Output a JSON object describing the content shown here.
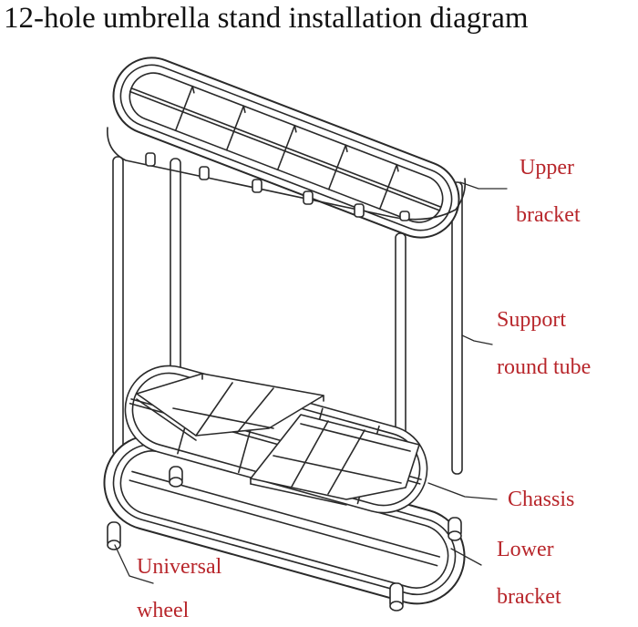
{
  "title": "12-hole umbrella stand installation diagram",
  "labels": {
    "upper_bracket_1": "Upper",
    "upper_bracket_2": "bracket",
    "support_tube_1": "Support",
    "support_tube_2": "round tube",
    "chassis": "Chassis",
    "lower_bracket_1": "Lower",
    "lower_bracket_2": "bracket",
    "universal_wheel_1": "Universal",
    "universal_wheel_2": "wheel"
  },
  "colors": {
    "label": "#b8262b",
    "line": "#2a2a2a"
  }
}
